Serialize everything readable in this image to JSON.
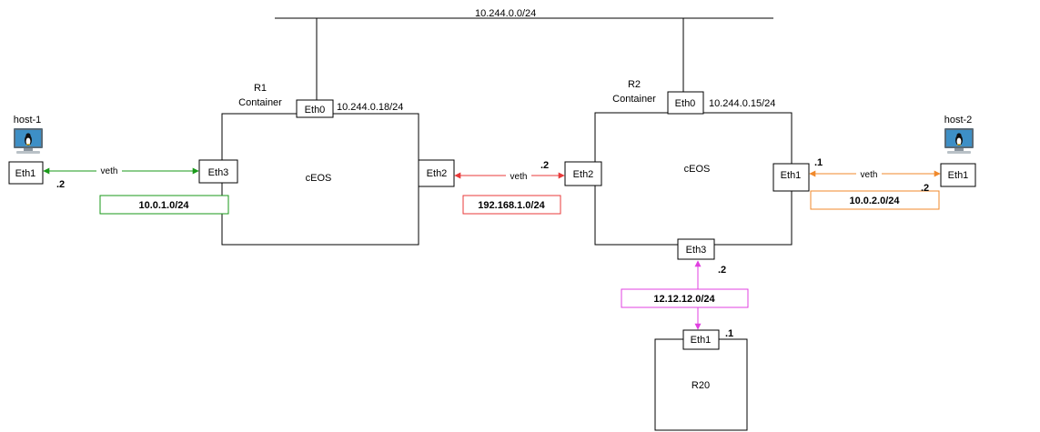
{
  "network": {
    "mgmt_subnet": "10.244.0.0/24"
  },
  "r1": {
    "name": "R1",
    "kind": "Container",
    "os": "cEOS",
    "eth0": "Eth0",
    "eth0_ip": "10.244.0.18/24",
    "eth2": "Eth2",
    "eth3": "Eth3"
  },
  "r2": {
    "name": "R2",
    "kind": "Container",
    "os": "cEOS",
    "eth0": "Eth0",
    "eth0_ip": "10.244.0.15/24",
    "eth1": "Eth1",
    "eth2": "Eth2",
    "eth3": "Eth3",
    "eth1_suffix": ".1",
    "eth2_suffix": ".2",
    "eth3_suffix": ".2"
  },
  "r20": {
    "name": "R20",
    "eth1": "Eth1",
    "eth1_suffix": ".1"
  },
  "host1": {
    "name": "host-1",
    "eth1": "Eth1",
    "suffix": ".2"
  },
  "host2": {
    "name": "host-2",
    "eth1": "Eth1",
    "suffix": ".2"
  },
  "links": {
    "host1_r1": {
      "label": "veth",
      "subnet": "10.0.1.0/24",
      "color": "#1a9a1a"
    },
    "r1_r2": {
      "label": "veth",
      "subnet": "192.168.1.0/24",
      "color": "#e83a3a"
    },
    "r2_host2": {
      "label": "veth",
      "subnet": "10.0.2.0/24",
      "color": "#f0892b"
    },
    "r2_r20": {
      "subnet": "12.12.12.0/24",
      "color": "#e040e0"
    }
  }
}
